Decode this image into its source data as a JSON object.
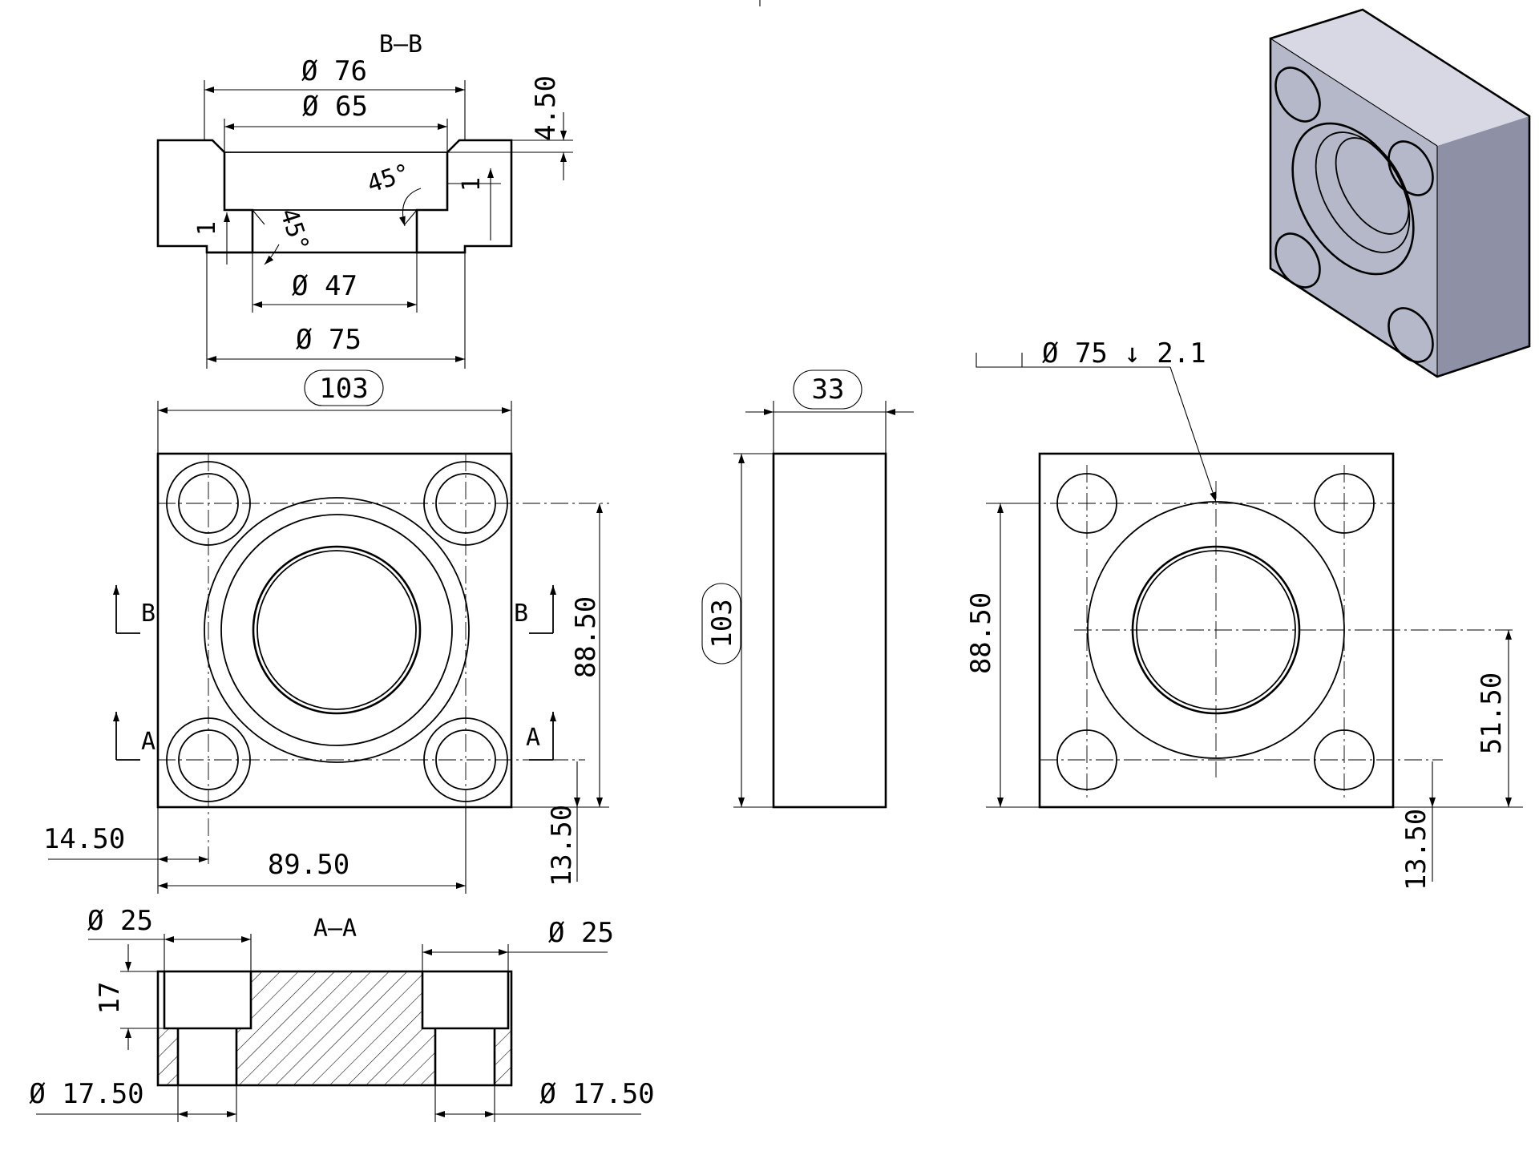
{
  "views": {
    "section_bb": {
      "title": "B–B",
      "d76": "Ø 76",
      "d65": "Ø 65",
      "d47": "Ø 47",
      "d75": "Ø 75",
      "depth": "4.50",
      "angle_top": "45°",
      "angle_bottom": "45°",
      "step_right": "1",
      "step_left": "1"
    },
    "front": {
      "width": "103",
      "hole_pitch_v": "88.50",
      "hole_pitch_h": "89.50",
      "edge_offset_h": "14.50",
      "edge_offset_v": "13.50",
      "cut_b_left": "B",
      "cut_b_right": "B",
      "cut_a_left": "A",
      "cut_a_right": "A"
    },
    "side": {
      "thickness": "33",
      "height": "103"
    },
    "rear": {
      "callout": "Ø 75 ↓ 2.1",
      "hole_pitch_v": "88.50",
      "center_height": "51.50",
      "edge_offset_v": "13.50"
    },
    "section_aa": {
      "title": "A–A",
      "cbore_left": "Ø 25",
      "cbore_right": "Ø 25",
      "cbore_depth": "17",
      "hole_left": "Ø 17.50",
      "hole_right": "Ø 17.50"
    }
  },
  "colors": {
    "line": "#000000",
    "iso_face": "#b5b8c8",
    "iso_dark": "#8e91a6",
    "iso_light": "#d8d8e4",
    "bore_pink": "#f0e4f0"
  }
}
